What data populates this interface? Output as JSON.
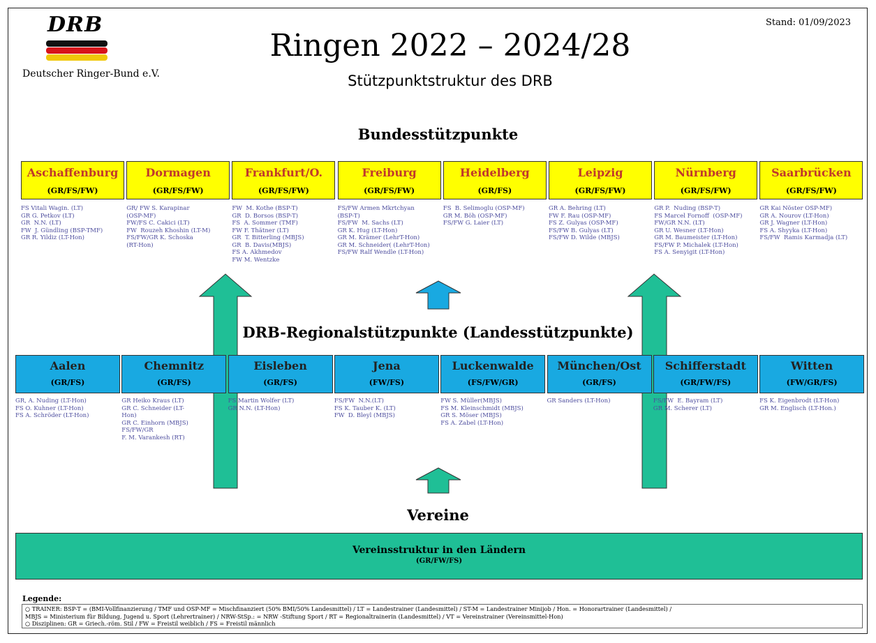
{
  "header": {
    "logo_text": "DRB",
    "org": "Deutscher Ringer-Bund e.V.",
    "stand": "Stand: 01/09/2023",
    "title": "Ringen 2022 – 2024/28",
    "subtitle": "Stützpunktstruktur des DRB"
  },
  "flag_colors": [
    "#111111",
    "#d7141a",
    "#f0c808"
  ],
  "sections": {
    "bund": "Bundesstützpunkte",
    "regional": "DRB-Regionalstützpunkte (Landesstützpunkte)",
    "vereine": "Vereine"
  },
  "bundesstuetzpunkte": [
    {
      "name": "Aschaffenburg",
      "code": "(GR/FS/FW)",
      "staff": [
        "FS Vitali Wagin. (LT)",
        "GR G. Petkov (LT)",
        "GR  N.N. (LT)",
        "FW  J. Gündling (BSP-TMF)",
        "GR R. Yildiz (LT-Hon)"
      ]
    },
    {
      "name": "Dormagen",
      "code": "(GR/FS/FW)",
      "staff": [
        "GR/ FW S. Karapinar",
        "(OSP-MF)",
        "FW/FS C. Cakici (LT)",
        "FW  Rouzeh Khoshin (LT-M)",
        "FS/FW/GR K. Schoska",
        "(RT-Hon)"
      ]
    },
    {
      "name": "Frankfurt/O.",
      "code": "(GR/FS/FW)",
      "staff": [
        "FW  M. Kothe (BSP-T)",
        "GR  D. Borsos (BSP-T)",
        "FS  A. Sommer (TMF)",
        "FW F. Thätner (LT)",
        "GR  T. Bitterling (MBJS)",
        "GR  B. Davis(MBJS)",
        "FS A. Akhmedov",
        "FW M. Wentzke"
      ]
    },
    {
      "name": "Freiburg",
      "code": "(GR/FS/FW)",
      "staff": [
        "FS/FW Armen Mkrtchyan",
        "(BSP-T)",
        "FS/FW  M. Sachs (LT)",
        "GR K. Hug (LT-Hon)",
        "GR M. Krämer (LehrT-Hon)",
        "GR M. Schneider( (LehrT-Hon)",
        "FS/FW Ralf Wendle (LT-Hon)"
      ]
    },
    {
      "name": "Heidelberg",
      "code": "(GR/FS)",
      "staff": [
        "FS  B. Selimoglu (OSP-MF)",
        "GR M. Böh (OSP-MF)",
        "FS/FW G. Laier (LT)"
      ]
    },
    {
      "name": "Leipzig",
      "code": "(GR/FS/FW)",
      "staff": [
        "GR A. Behring (LT)",
        "FW F. Rau (OSP-MF)",
        "FS Z. Gulyas (OSP-MF)",
        "FS/FW B. Gulyas (LT)",
        "FS/FW D. Wilde (MBJS)"
      ]
    },
    {
      "name": "Nürnberg",
      "code": "(GR/FS/FW)",
      "staff": [
        "GR P.  Nuding (BSP-T)",
        "FS Marcel Fornoff  (OSP-MF)",
        "FW/GR N.N. (LT)",
        "GR U. Wesner (LT-Hon)",
        "GR M. Baumeister (LT-Hon)",
        "FS/FW P. Michalek (LT-Hon)",
        "FS A. Senyigit (LT-Hon)"
      ]
    },
    {
      "name": "Saarbrücken",
      "code": "(GR/FS/FW)",
      "staff": [
        "GR Kai Nöster OSP-MF)",
        "GR A. Nourov (LT-Hon)",
        "GR J. Wagner (LT-Hon)",
        "FS A. Shyyka (LT-Hon)",
        "FS/FW  Ramis Karmadja (LT)"
      ]
    }
  ],
  "regionalstuetzpunkte": [
    {
      "name": "Aalen",
      "code": "(GR/FS)",
      "staff": [
        "GR, A. Nuding (LT-Hon)",
        "FS O. Kuhner (LT-Hon)",
        "FS A. Schröder (LT-Hon)"
      ]
    },
    {
      "name": "Chemnitz",
      "code": "(GR/FS)",
      "staff": [
        "GR Heiko Kraus (LT)",
        "GR C. Schneider (LT-",
        "Hon)",
        "GR C. Einhorn (MBJS)",
        "FS/FW/GR",
        "F. M. Varankesh (RT)"
      ]
    },
    {
      "name": "Eisleben",
      "code": "(GR/FS)",
      "staff": [
        "FS Martin Wolfer (LT)",
        "GR N.N. (LT-Hon)"
      ]
    },
    {
      "name": "Jena",
      "code": "(FW/FS)",
      "staff": [
        "FS/FW  N.N.(LT)",
        "FS K. Tauber K. (LT)",
        "FW  D. Bleyl (MBJS)"
      ]
    },
    {
      "name": "Luckenwalde",
      "code": "(FS/FW/GR)",
      "staff": [
        "FW S. Müller(MBJS)",
        "FS M. Kleinschmidt (MBJS)",
        "GR S. Möser (MBJS)",
        "FS A. Zabel (LT-Hon)"
      ]
    },
    {
      "name": "München/Ost",
      "code": "(GR/FS)",
      "staff": [
        "GR Sanders (LT-Hon)"
      ]
    },
    {
      "name": "Schifferstadt",
      "code": "(GR/FW/FS)",
      "staff": [
        "FS/FW  E. Bayram (LT)",
        "GR M. Scherer (LT)"
      ]
    },
    {
      "name": "Witten",
      "code": "(FW/GR/FS)",
      "staff": [
        "FS K. Eigenbrodt (LT-Hon)",
        "GR M. Englisch (LT-Hon.)"
      ]
    }
  ],
  "vereine_box": {
    "name": "Vereinsstruktur  in den Ländern",
    "code": "(GR/FW/FS)"
  },
  "legend": {
    "title": "Legende:",
    "line1": "○ TRAINER:  BSP-T = (BMI-Vollfinanzierung / TMF und OSP-MF = Mischfinanziert (50% BMI/50% Landesmittel) / LT = Landestrainer (Landesmittel) / ST-M = Landestrainer Minijob / Hon. = Honorartrainer (Landesmittel) /",
    "line2": "    MBJS = Ministerium für Bildung, Jugend u. Sport (Lehrertrainer)  / NRW-StSp.: = NRW -Stiftung Sport / RT =  Regionaltrainerin  (Landesmittel)  / VT = Vereinstrainer (Vereinsmittel-Hon)",
    "line3": "○ Disziplinen: GR = Griech.-röm. Stil / FW = Freistil weiblich / FS = Freistil männlich"
  },
  "colors": {
    "bund_box": "#ffff00",
    "bund_name": "#c0392b",
    "regional_box": "#19a9e1",
    "arrow_green": "#1fbf96",
    "arrow_blue": "#19a9e1",
    "staff_text": "#4d4d9e"
  }
}
